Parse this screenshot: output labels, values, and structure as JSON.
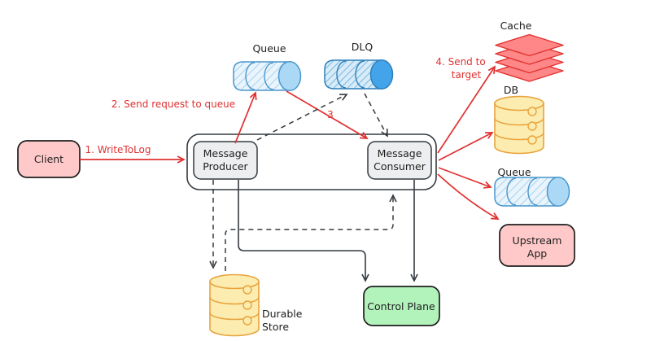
{
  "diagram": {
    "type": "architecture-flow",
    "nodes": {
      "client": {
        "label": "Client"
      },
      "producer": {
        "line1": "Message",
        "line2": "Producer"
      },
      "consumer": {
        "line1": "Message",
        "line2": "Consumer"
      },
      "queue_top": {
        "label": "Queue"
      },
      "dlq": {
        "label": "DLQ"
      },
      "cache": {
        "label": "Cache"
      },
      "db": {
        "label": "DB"
      },
      "queue_right": {
        "label": "Queue"
      },
      "upstream_app": {
        "line1": "Upstream",
        "line2": "App"
      },
      "durable_store": {
        "line1": "Durable",
        "line2": "Store"
      },
      "control_plane": {
        "label": "Control Plane"
      }
    },
    "edges": {
      "write_to_log": {
        "label": "1. WriteToLog",
        "style": "solid-red",
        "from": "client",
        "to": "producer"
      },
      "send_request": {
        "label": "2. Send request to queue",
        "style": "solid-red",
        "from": "producer",
        "to": "queue_top"
      },
      "consume": {
        "label": "3",
        "style": "solid-red",
        "from": "queue_top",
        "to": "consumer"
      },
      "send_to_target": {
        "label_line1": "4. Send to",
        "label_line2": "target",
        "style": "solid-red",
        "from": "consumer",
        "to": "cache|db|queue_right|upstream_app"
      },
      "producer_to_dlq": {
        "style": "dashed-black",
        "from": "producer",
        "to": "dlq"
      },
      "dlq_to_consumer": {
        "style": "dashed-black",
        "from": "dlq",
        "to": "consumer"
      },
      "producer_to_durable": {
        "style": "dashed-black",
        "from": "producer",
        "to": "durable_store"
      },
      "durable_to_consumer": {
        "style": "dashed-black",
        "from": "durable_store",
        "to": "consumer"
      },
      "producer_to_control": {
        "style": "solid-black",
        "from": "producer",
        "to": "control_plane"
      },
      "consumer_to_control": {
        "style": "solid-black",
        "from": "consumer",
        "to": "control_plane"
      }
    },
    "icons": {
      "queue_top": "horizontal-cylinder-queue-icon",
      "dlq": "horizontal-cylinder-queue-icon",
      "queue_right": "horizontal-cylinder-queue-icon",
      "cache": "stacked-layers-icon",
      "db": "database-cylinder-icon",
      "durable_store": "database-cylinder-icon"
    },
    "colors": {
      "arrow_red": "#e03131",
      "arrow_black": "#343a40",
      "pink_fill": "#ffc9c9",
      "gray_fill": "#eceef0",
      "green_fill": "#b2f2bb",
      "yellow_fill": "#fcecaf",
      "yellow_stroke": "#e8a33d",
      "blue_light_fill": "#e9f4fc",
      "blue_cap_light": "#abd9f5",
      "blue_cap_dark": "#44a4ea",
      "red_layer_fill": "#ff8787",
      "border_dark": "#1e1e1e",
      "background": "#ffffff"
    }
  }
}
